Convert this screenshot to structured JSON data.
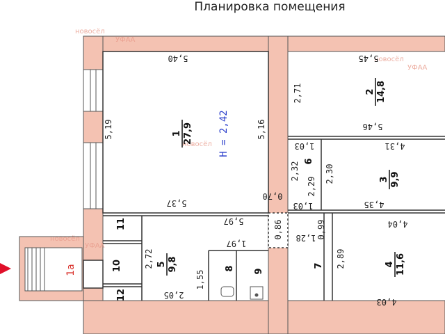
{
  "title": "Планировка помещения",
  "ceiling_height": "H = 2,42",
  "entrance_label": "1а",
  "watermark": "новосёл",
  "watermark_sub": "УФАА",
  "colors": {
    "wall": "#f4c2b2",
    "wall_stroke": "#555555",
    "blue": "#2a3ecb",
    "red": "#d9302a",
    "arrow": "#e0102a"
  },
  "rooms": [
    {
      "id": "1",
      "number": "1",
      "area": "27,9"
    },
    {
      "id": "2",
      "number": "2",
      "area": "14,8"
    },
    {
      "id": "3",
      "number": "3",
      "area": "9,9"
    },
    {
      "id": "4",
      "number": "4",
      "area": "11,6"
    },
    {
      "id": "5",
      "number": "5",
      "area": "9,8"
    },
    {
      "id": "6",
      "number": "6"
    },
    {
      "id": "7",
      "number": "7"
    },
    {
      "id": "8",
      "number": "8"
    },
    {
      "id": "9",
      "number": "9"
    },
    {
      "id": "10",
      "number": "10"
    },
    {
      "id": "11",
      "number": "11"
    },
    {
      "id": "12",
      "number": "12"
    }
  ],
  "dimensions": [
    "5,40",
    "5,19",
    "5,16",
    "5,37",
    "5,45",
    "2,71",
    "5,46",
    "1,03",
    "4,31",
    "2,32",
    "2,29",
    "2,30",
    "0,70",
    "1,03",
    "4,35",
    "5,97",
    "0,86",
    "0,99",
    "1,28",
    "4,04",
    "2,72",
    "1,97",
    "2,89",
    "1,55",
    "2,05",
    "4,03"
  ]
}
